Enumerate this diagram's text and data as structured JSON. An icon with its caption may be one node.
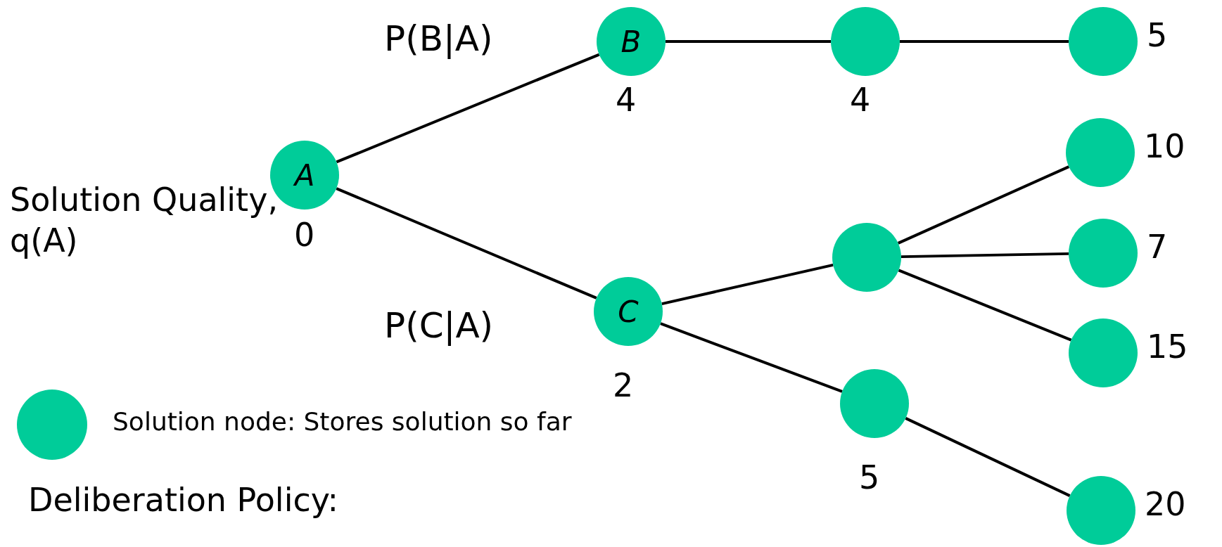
{
  "diagram": {
    "nodes": [
      {
        "text": [
          "A"
        ],
        "beside": [
          "0"
        ]
      },
      {
        "text": [
          "B"
        ],
        "beside": [
          "4"
        ]
      },
      {
        "text": [],
        "shape": "circle",
        "beside": [
          "4"
        ]
      },
      {
        "text": [],
        "shape": "circle",
        "beside": [
          "5"
        ]
      },
      {
        "text": [
          "C"
        ],
        "beside": [
          "2"
        ]
      },
      {
        "text": [],
        "shape": "circle"
      },
      {
        "text": [],
        "shape": "circle",
        "beside": [
          "10"
        ]
      },
      {
        "text": [],
        "shape": "circle",
        "beside": [
          "7"
        ]
      },
      {
        "text": [],
        "shape": "circle",
        "beside": [
          "15"
        ]
      },
      {
        "text": [],
        "shape": "circle",
        "beside": [
          "5"
        ]
      },
      {
        "text": [],
        "shape": "circle",
        "beside": [
          "20"
        ]
      }
    ],
    "edges": [
      {
        "from": 0,
        "to": 1,
        "arrow": "none"
      },
      {
        "from": 1,
        "to": 2,
        "arrow": "none"
      },
      {
        "from": 2,
        "to": 3,
        "arrow": "none"
      },
      {
        "from": 0,
        "to": 4,
        "arrow": "none"
      },
      {
        "from": 4,
        "to": 5,
        "arrow": "none"
      },
      {
        "from": 5,
        "to": 6,
        "arrow": "none"
      },
      {
        "from": 5,
        "to": 7,
        "arrow": "none"
      },
      {
        "from": 5,
        "to": 8,
        "arrow": "none"
      },
      {
        "from": 4,
        "to": 9,
        "arrow": "none"
      },
      {
        "from": 9,
        "to": 10,
        "arrow": "none"
      }
    ],
    "labels": [
      "P(B|A)",
      "Solution Quality, q(A)",
      "P(C|A)",
      "Deliberation Policy:"
    ],
    "legend": [
      {
        "text": "Solution node: Stores solution so far",
        "color": "#00cc99"
      }
    ]
  }
}
